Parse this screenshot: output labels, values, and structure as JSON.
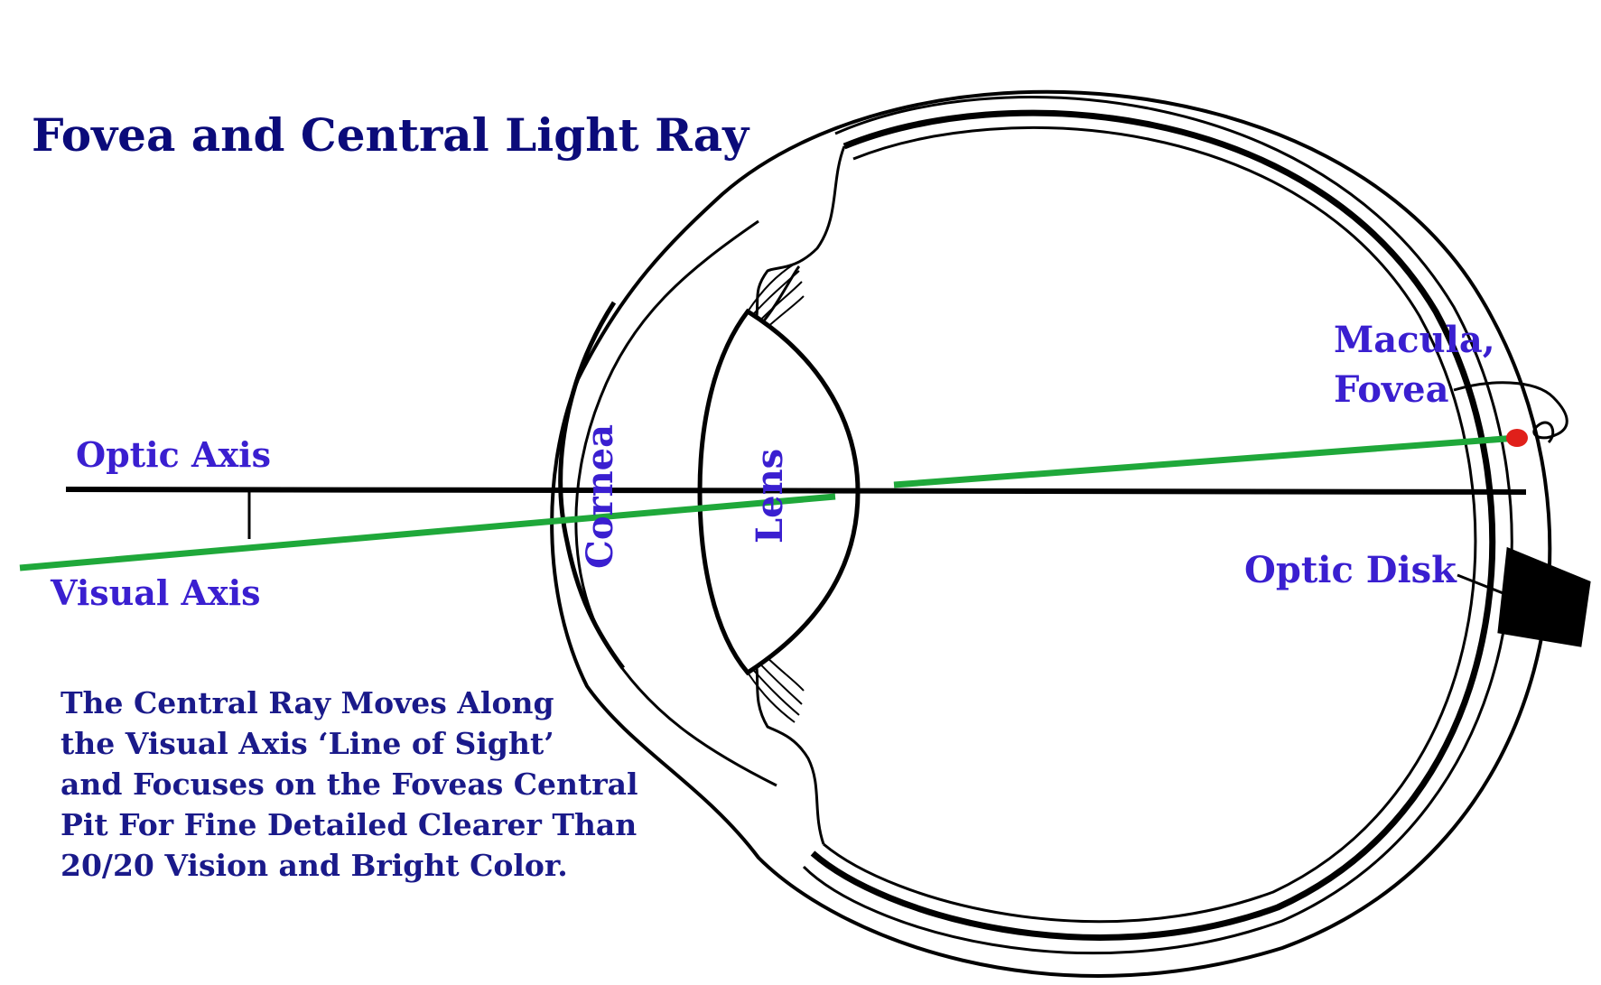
{
  "title": "Fovea and Central Light Ray",
  "labels": {
    "optic_axis": "Optic Axis",
    "visual_axis": "Visual Axis",
    "cornea": "Cornea",
    "lens": "Lens",
    "macula_line1": "Macula,",
    "macula_line2": "Fovea",
    "optic_disk": "Optic Disk"
  },
  "caption": [
    "The Central Ray Moves Along",
    "the Visual Axis ‘Line of Sight’",
    "and Focuses on the Foveas Central",
    "Pit For Fine Detailed Clearer Than",
    "20/20 Vision and Bright Color."
  ],
  "colors": {
    "title": "#0b0b7a",
    "caption": "#1a1a8a",
    "label": "#3a1fd0",
    "visual_axis_ray": "#1fa83a",
    "fovea_dot": "#e0201a",
    "outline": "#000000"
  }
}
